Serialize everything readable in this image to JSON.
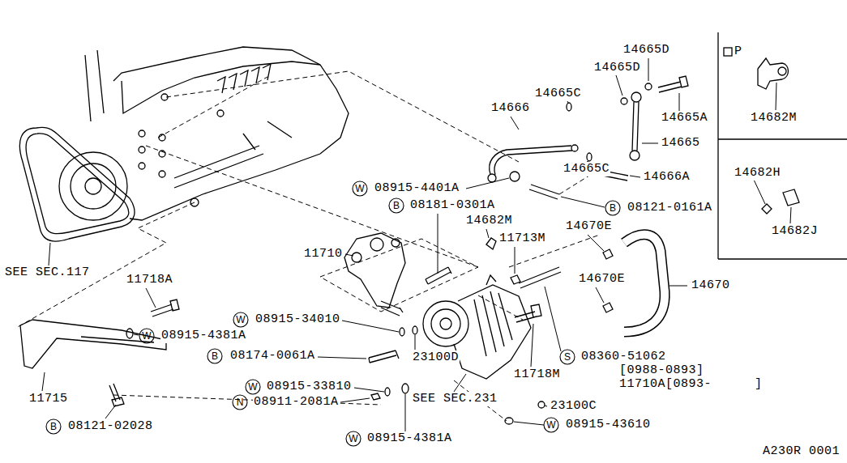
{
  "diagram": {
    "labels": [
      "14665D",
      "14665D",
      "14665C",
      "14666",
      "14665A",
      "14665",
      "W",
      "08915-4401A",
      "14665C",
      "14666A",
      "B",
      "08181-0301A",
      "B",
      "08121-0161A",
      "14682M",
      "14670E",
      "11713M",
      "11710",
      "14670E",
      "14670",
      "11718A",
      "W",
      "08915-34010",
      "W",
      "08915-4381A",
      "B",
      "08174-0061A",
      "23100D",
      "11718M",
      "S",
      "08360-51062",
      "[0988-0893]",
      "11710A[0893-",
      "]",
      "11715",
      "W",
      "08915-33810",
      "N",
      "08911-2081A",
      "SEE SEC.231",
      "23100C",
      "W",
      "08915-43610",
      "B",
      "08121-02028",
      "W",
      "08915-4381A",
      "SEE SEC.117",
      "P",
      "14682M",
      "14682H",
      "14682J",
      "A230R 0001"
    ]
  }
}
